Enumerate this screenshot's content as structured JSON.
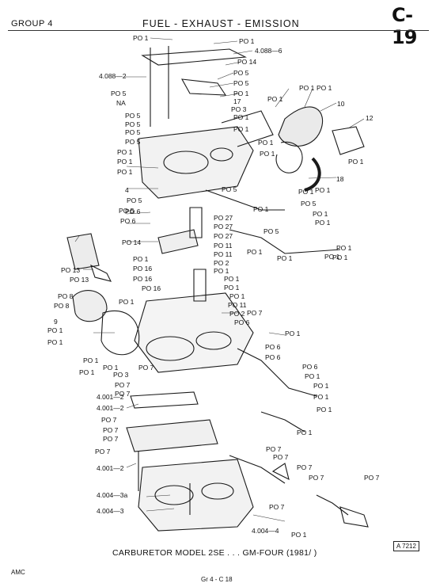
{
  "header": {
    "group": "GROUP 4",
    "section": "FUEL - EXHAUST - EMISSION",
    "page": "C-19"
  },
  "callouts": [
    "PO 1",
    "PO 1",
    "4.088—6",
    "PO 14",
    "4.088—2",
    "PO 5",
    "PO 5",
    "PO 1",
    "PO 5",
    "NA",
    "17",
    "PO 1",
    "PO 1",
    "PO 1",
    "PO 3",
    "10",
    "PO 5",
    "PO 1",
    "PO 5",
    "PO 5",
    "PO 5",
    "PO 1",
    "12",
    "PO 1",
    "PO 1",
    "PO 1",
    "PO 1",
    "PO 1",
    "PO 5",
    "PO 1",
    "18",
    "4",
    "PO 1",
    "PO 1",
    "PO 5",
    "PO 5",
    "PO 5",
    "PO 6",
    "PO 1",
    "PO 27",
    "PO 1",
    "PO 6",
    "PO 27",
    "PO 1",
    "PO 5",
    "PO 27",
    "PO 1",
    "PO 1",
    "PO 14",
    "PO 11",
    "PO 1",
    "PO 1",
    "PO 1",
    "PO 1",
    "PO 11",
    "PO 2",
    "PO 16",
    "PO 1",
    "PO 13",
    "PO 13",
    "PO 16",
    "PO 1",
    "PO 16",
    "PO 1",
    "PO 8",
    "PO 1",
    "PO 1",
    "PO 8",
    "PO 11",
    "PO 7",
    "PO 2",
    "9",
    "PO 6",
    "PO 1",
    "PO 1",
    "PO 1",
    "PO 1",
    "PO 1",
    "PO 6",
    "PO 1",
    "PO 6",
    "PO 6",
    "PO 7",
    "PO 1",
    "PO 3",
    "PO 7",
    "PO 1",
    "PO 7",
    "PO 1",
    "4.001—2",
    "PO 1",
    "4.001—2",
    "PO 1",
    "PO 7",
    "PO 7",
    "PO 7",
    "PO 7",
    "PO 7",
    "PO 7",
    "4.001—2",
    "PO 7",
    "PO 7",
    "PO 7",
    "4.004—3a",
    "PO 7",
    "4.004—3",
    "PO 1",
    "4.004—4"
  ],
  "caption": "CARBURETOR MODEL 2SE . . . GM-FOUR (1981/ )",
  "figure_number": "A 7212",
  "footer": {
    "left": "AMC",
    "center": "Gr 4 - C 18"
  }
}
